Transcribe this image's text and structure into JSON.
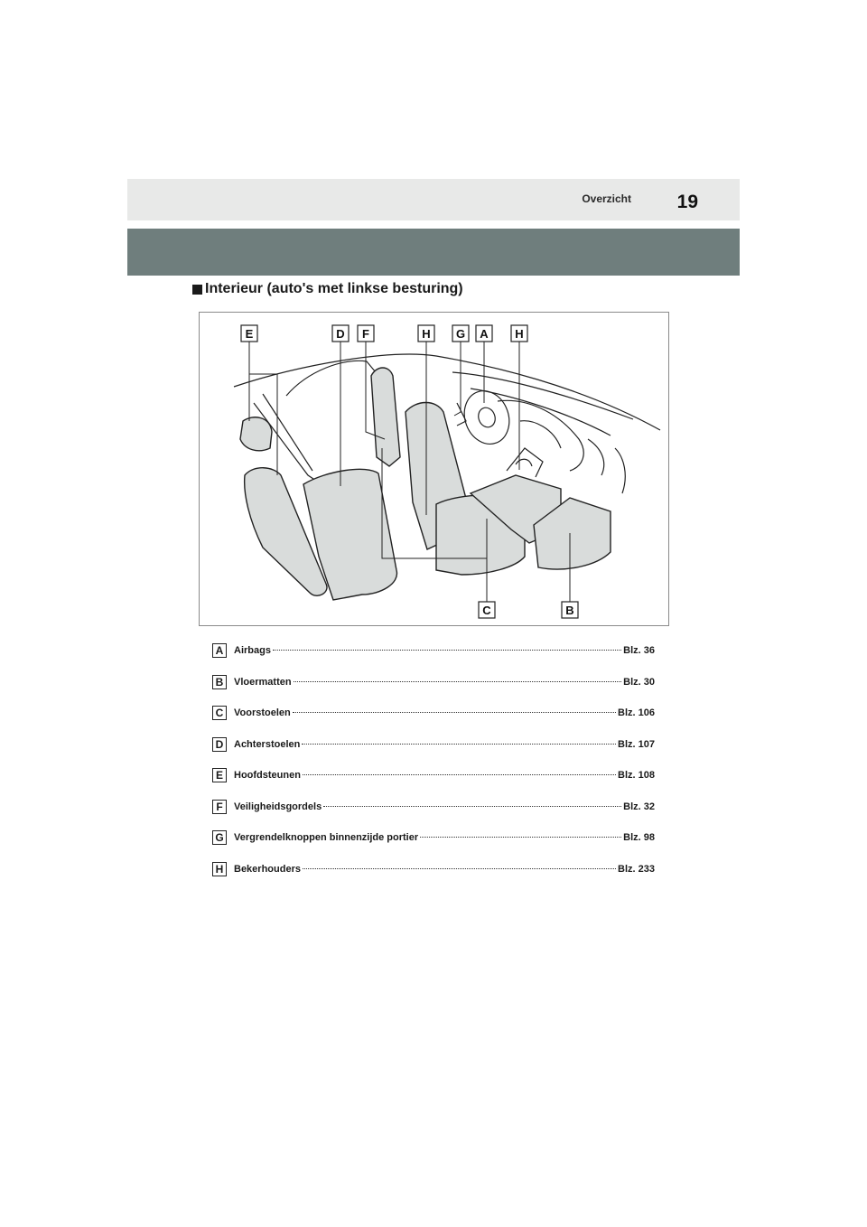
{
  "header": {
    "section": "Overzicht",
    "page_number": "19"
  },
  "title": "Interieur (auto's met linkse besturing)",
  "figure": {
    "callouts_top": [
      "E",
      "D",
      "F",
      "H",
      "G",
      "A",
      "H"
    ],
    "callouts_bottom": [
      "C",
      "B"
    ]
  },
  "index": [
    {
      "letter": "A",
      "label": "Airbags",
      "ref": "Blz. 36"
    },
    {
      "letter": "B",
      "label": "Vloermatten",
      "ref": "Blz. 30"
    },
    {
      "letter": "C",
      "label": "Voorstoelen",
      "ref": "Blz. 106"
    },
    {
      "letter": "D",
      "label": "Achterstoelen",
      "ref": "Blz. 107"
    },
    {
      "letter": "E",
      "label": "Hoofdsteunen",
      "ref": "Blz. 108"
    },
    {
      "letter": "F",
      "label": "Veiligheidsgordels",
      "ref": "Blz. 32"
    },
    {
      "letter": "G",
      "label": "Vergrendelknoppen binnenzijde portier",
      "ref": "Blz. 98"
    },
    {
      "letter": "H",
      "label": "Bekerhouders",
      "ref": "Blz. 233"
    }
  ]
}
